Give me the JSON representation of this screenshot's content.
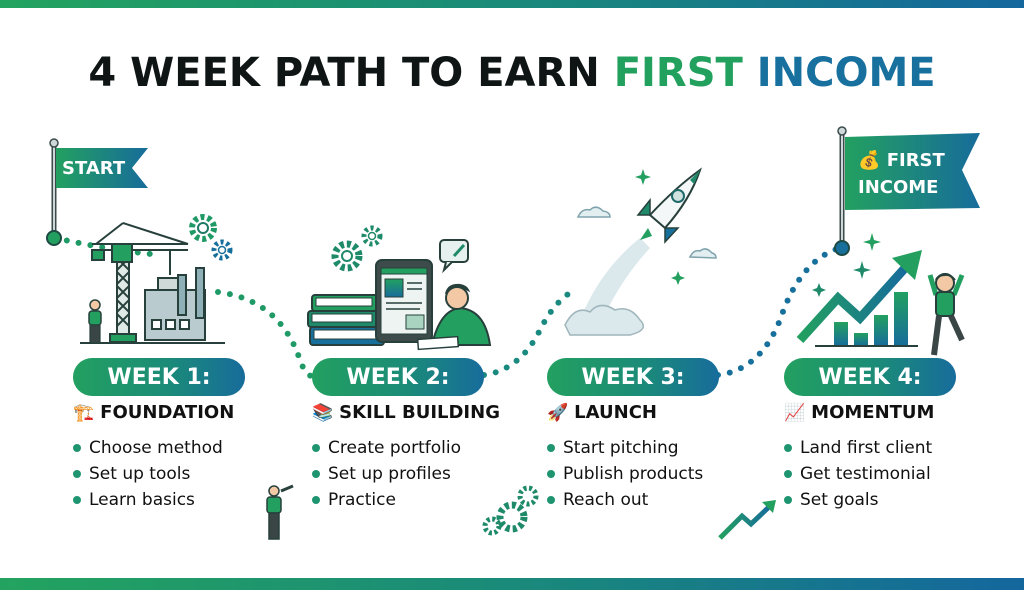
{
  "title": {
    "part1": "4 WEEK PATH TO EARN ",
    "part2": "FIRST ",
    "part3": "INCOME"
  },
  "start_flag": {
    "label": "START"
  },
  "finish_flag": {
    "icon": "💰",
    "line1": "FIRST",
    "line2": "INCOME"
  },
  "colors": {
    "green": "#22a05d",
    "blue": "#17709e",
    "teal": "#1b8b78",
    "text": "#0e1514"
  },
  "weeks": [
    {
      "pill": "WEEK 1:",
      "icon": "🏗️",
      "heading": "FOUNDATION",
      "items": [
        "Choose method",
        "Set up tools",
        "Learn basics"
      ]
    },
    {
      "pill": "WEEK 2:",
      "icon": "📚",
      "heading": "SKILL BUILDING",
      "items": [
        "Create portfolio",
        "Set up profiles",
        "Practice"
      ]
    },
    {
      "pill": "WEEK 3:",
      "icon": "🚀",
      "heading": "LAUNCH",
      "items": [
        "Start pitching",
        "Publish products",
        "Reach out"
      ]
    },
    {
      "pill": "WEEK 4:",
      "icon": "📈",
      "heading": "MOMENTUM",
      "items": [
        "Land first client",
        "Get testimonial",
        "Set goals"
      ]
    }
  ]
}
